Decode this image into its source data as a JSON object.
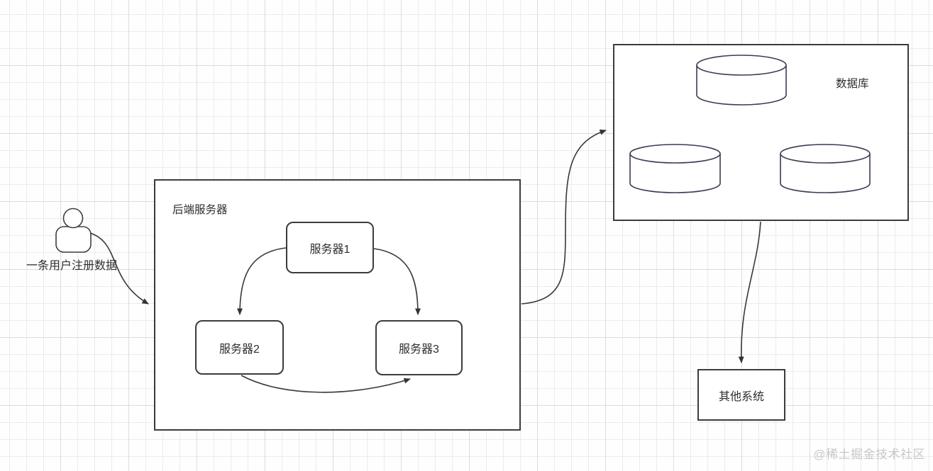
{
  "diagram": {
    "actor": {
      "label": "一条用户注册数据"
    },
    "backend_box": {
      "title": "后端服务器",
      "servers": [
        {
          "label": "服务器1"
        },
        {
          "label": "服务器2"
        },
        {
          "label": "服务器3"
        }
      ]
    },
    "database_box": {
      "title": "数据库",
      "cylinder_count": 3
    },
    "other_system_box": {
      "label": "其他系统"
    },
    "watermark": "@稀土掘金技术社区",
    "colors": {
      "shape_border": "#3c3c3c",
      "cylinder_border": "#3b3b54",
      "connector": "#38383f",
      "text": "#2e2e2e",
      "watermark_text": "#c7c7c7",
      "grid_line": "#ebebeb"
    }
  }
}
